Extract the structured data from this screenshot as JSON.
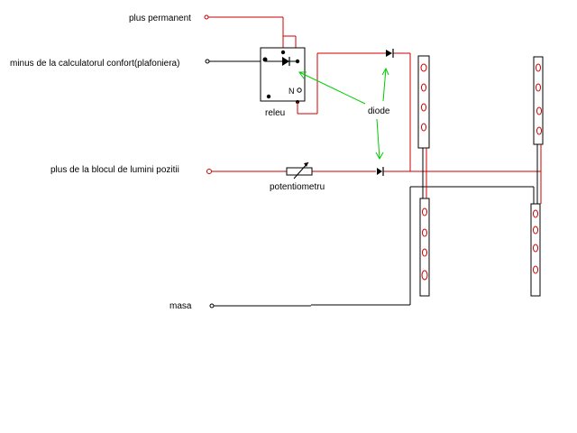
{
  "labels": {
    "plus_permanent": "plus permanent",
    "minus_calculator": "minus de la calculatorul confort(plafoniera)",
    "plus_pozitii": "plus de la blocul de lumini pozitii",
    "masa": "masa",
    "releu": "releu",
    "releu_n": "N",
    "diode": "diode",
    "potentiometru": "potentiometru"
  },
  "colors": {
    "wire_positive": "#cc0000",
    "wire_negative": "#000000",
    "annotation_arrow": "#00cc00",
    "led": "#cc0000"
  },
  "icons": {
    "diode": "diode-symbol",
    "relay": "relay-box",
    "potentiometer": "potentiometer-symbol",
    "terminal": "terminal-circle",
    "led": "led-circle"
  }
}
